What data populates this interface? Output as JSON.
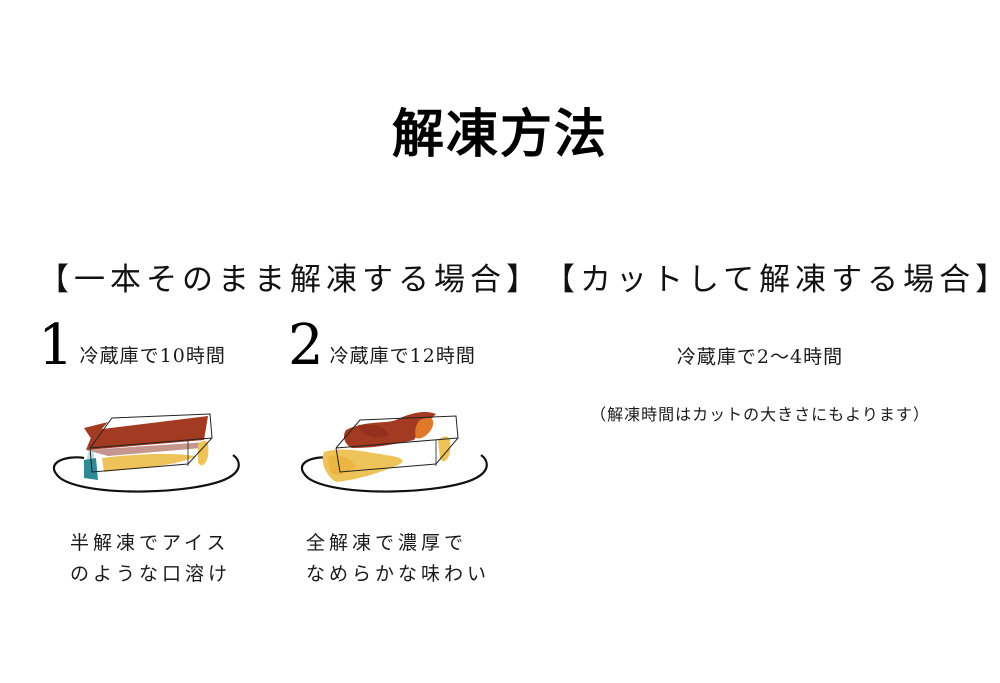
{
  "page": {
    "title": "解凍方法"
  },
  "sections": [
    {
      "heading": "【一本そのまま解凍する場合】",
      "steps": [
        {
          "number": "1",
          "method": "冷蔵庫で10時間",
          "caption_line1": "半解凍でアイス",
          "caption_line2": "のような口溶け",
          "illustration": "half-thawed-cake-icon"
        },
        {
          "number": "2",
          "method": "冷蔵庫で12時間",
          "caption_line1": "全解凍で濃厚で",
          "caption_line2": "なめらかな味わい",
          "illustration": "fully-thawed-cake-icon"
        }
      ]
    },
    {
      "heading": "【カットして解凍する場合】",
      "method": "冷蔵庫で2〜4時間",
      "note": "（解凍時間はカットの大きさにもよります）"
    }
  ],
  "colors": {
    "crust_red": "#A33A22",
    "crust_dark": "#8C2E1C",
    "accent_orange": "#E07A2A",
    "cream_yellow": "#EEC35A",
    "teal": "#2E8A94",
    "light_blue": "#BFE3EC",
    "ink": "#111111"
  }
}
